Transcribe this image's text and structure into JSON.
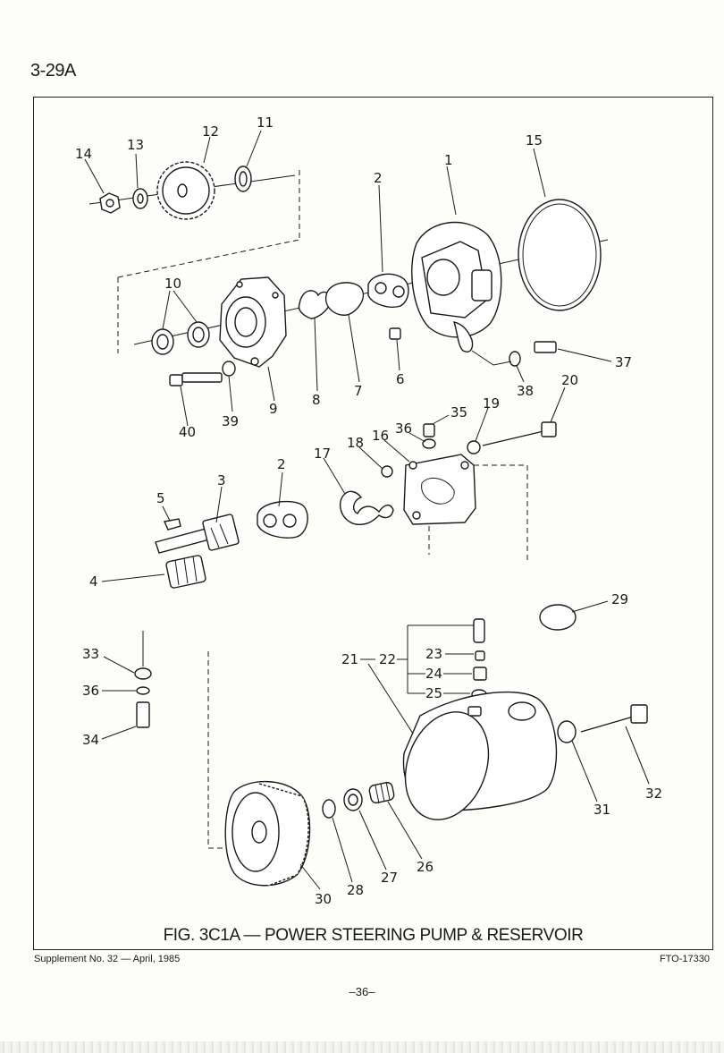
{
  "header": {
    "page_ref": "3-29A"
  },
  "figure": {
    "caption": "FIG. 3C1A — POWER STEERING PUMP & RESERVOIR",
    "callouts": [
      {
        "id": "c1",
        "label": "1"
      },
      {
        "id": "c2a",
        "label": "2"
      },
      {
        "id": "c2b",
        "label": "2"
      },
      {
        "id": "c3",
        "label": "3"
      },
      {
        "id": "c4",
        "label": "4"
      },
      {
        "id": "c5",
        "label": "5"
      },
      {
        "id": "c6",
        "label": "6"
      },
      {
        "id": "c7",
        "label": "7"
      },
      {
        "id": "c8",
        "label": "8"
      },
      {
        "id": "c9",
        "label": "9"
      },
      {
        "id": "c10",
        "label": "10"
      },
      {
        "id": "c11",
        "label": "11"
      },
      {
        "id": "c12",
        "label": "12"
      },
      {
        "id": "c13",
        "label": "13"
      },
      {
        "id": "c14",
        "label": "14"
      },
      {
        "id": "c15",
        "label": "15"
      },
      {
        "id": "c16",
        "label": "16"
      },
      {
        "id": "c17",
        "label": "17"
      },
      {
        "id": "c18",
        "label": "18"
      },
      {
        "id": "c19",
        "label": "19"
      },
      {
        "id": "c20",
        "label": "20"
      },
      {
        "id": "c21",
        "label": "21"
      },
      {
        "id": "c22",
        "label": "22"
      },
      {
        "id": "c23",
        "label": "23"
      },
      {
        "id": "c24",
        "label": "24"
      },
      {
        "id": "c25",
        "label": "25"
      },
      {
        "id": "c26",
        "label": "26"
      },
      {
        "id": "c27",
        "label": "27"
      },
      {
        "id": "c28",
        "label": "28"
      },
      {
        "id": "c29",
        "label": "29"
      },
      {
        "id": "c30",
        "label": "30"
      },
      {
        "id": "c31",
        "label": "31"
      },
      {
        "id": "c32",
        "label": "32"
      },
      {
        "id": "c33",
        "label": "33"
      },
      {
        "id": "c34",
        "label": "34"
      },
      {
        "id": "c35",
        "label": "35"
      },
      {
        "id": "c36a",
        "label": "36"
      },
      {
        "id": "c36b",
        "label": "36"
      },
      {
        "id": "c37",
        "label": "37"
      },
      {
        "id": "c38",
        "label": "38"
      },
      {
        "id": "c39",
        "label": "39"
      },
      {
        "id": "c40",
        "label": "40"
      }
    ]
  },
  "footer": {
    "supplement": "Supplement No. 32 — April, 1985",
    "figure_code": "FTO-17330",
    "page_number": "–36–"
  }
}
